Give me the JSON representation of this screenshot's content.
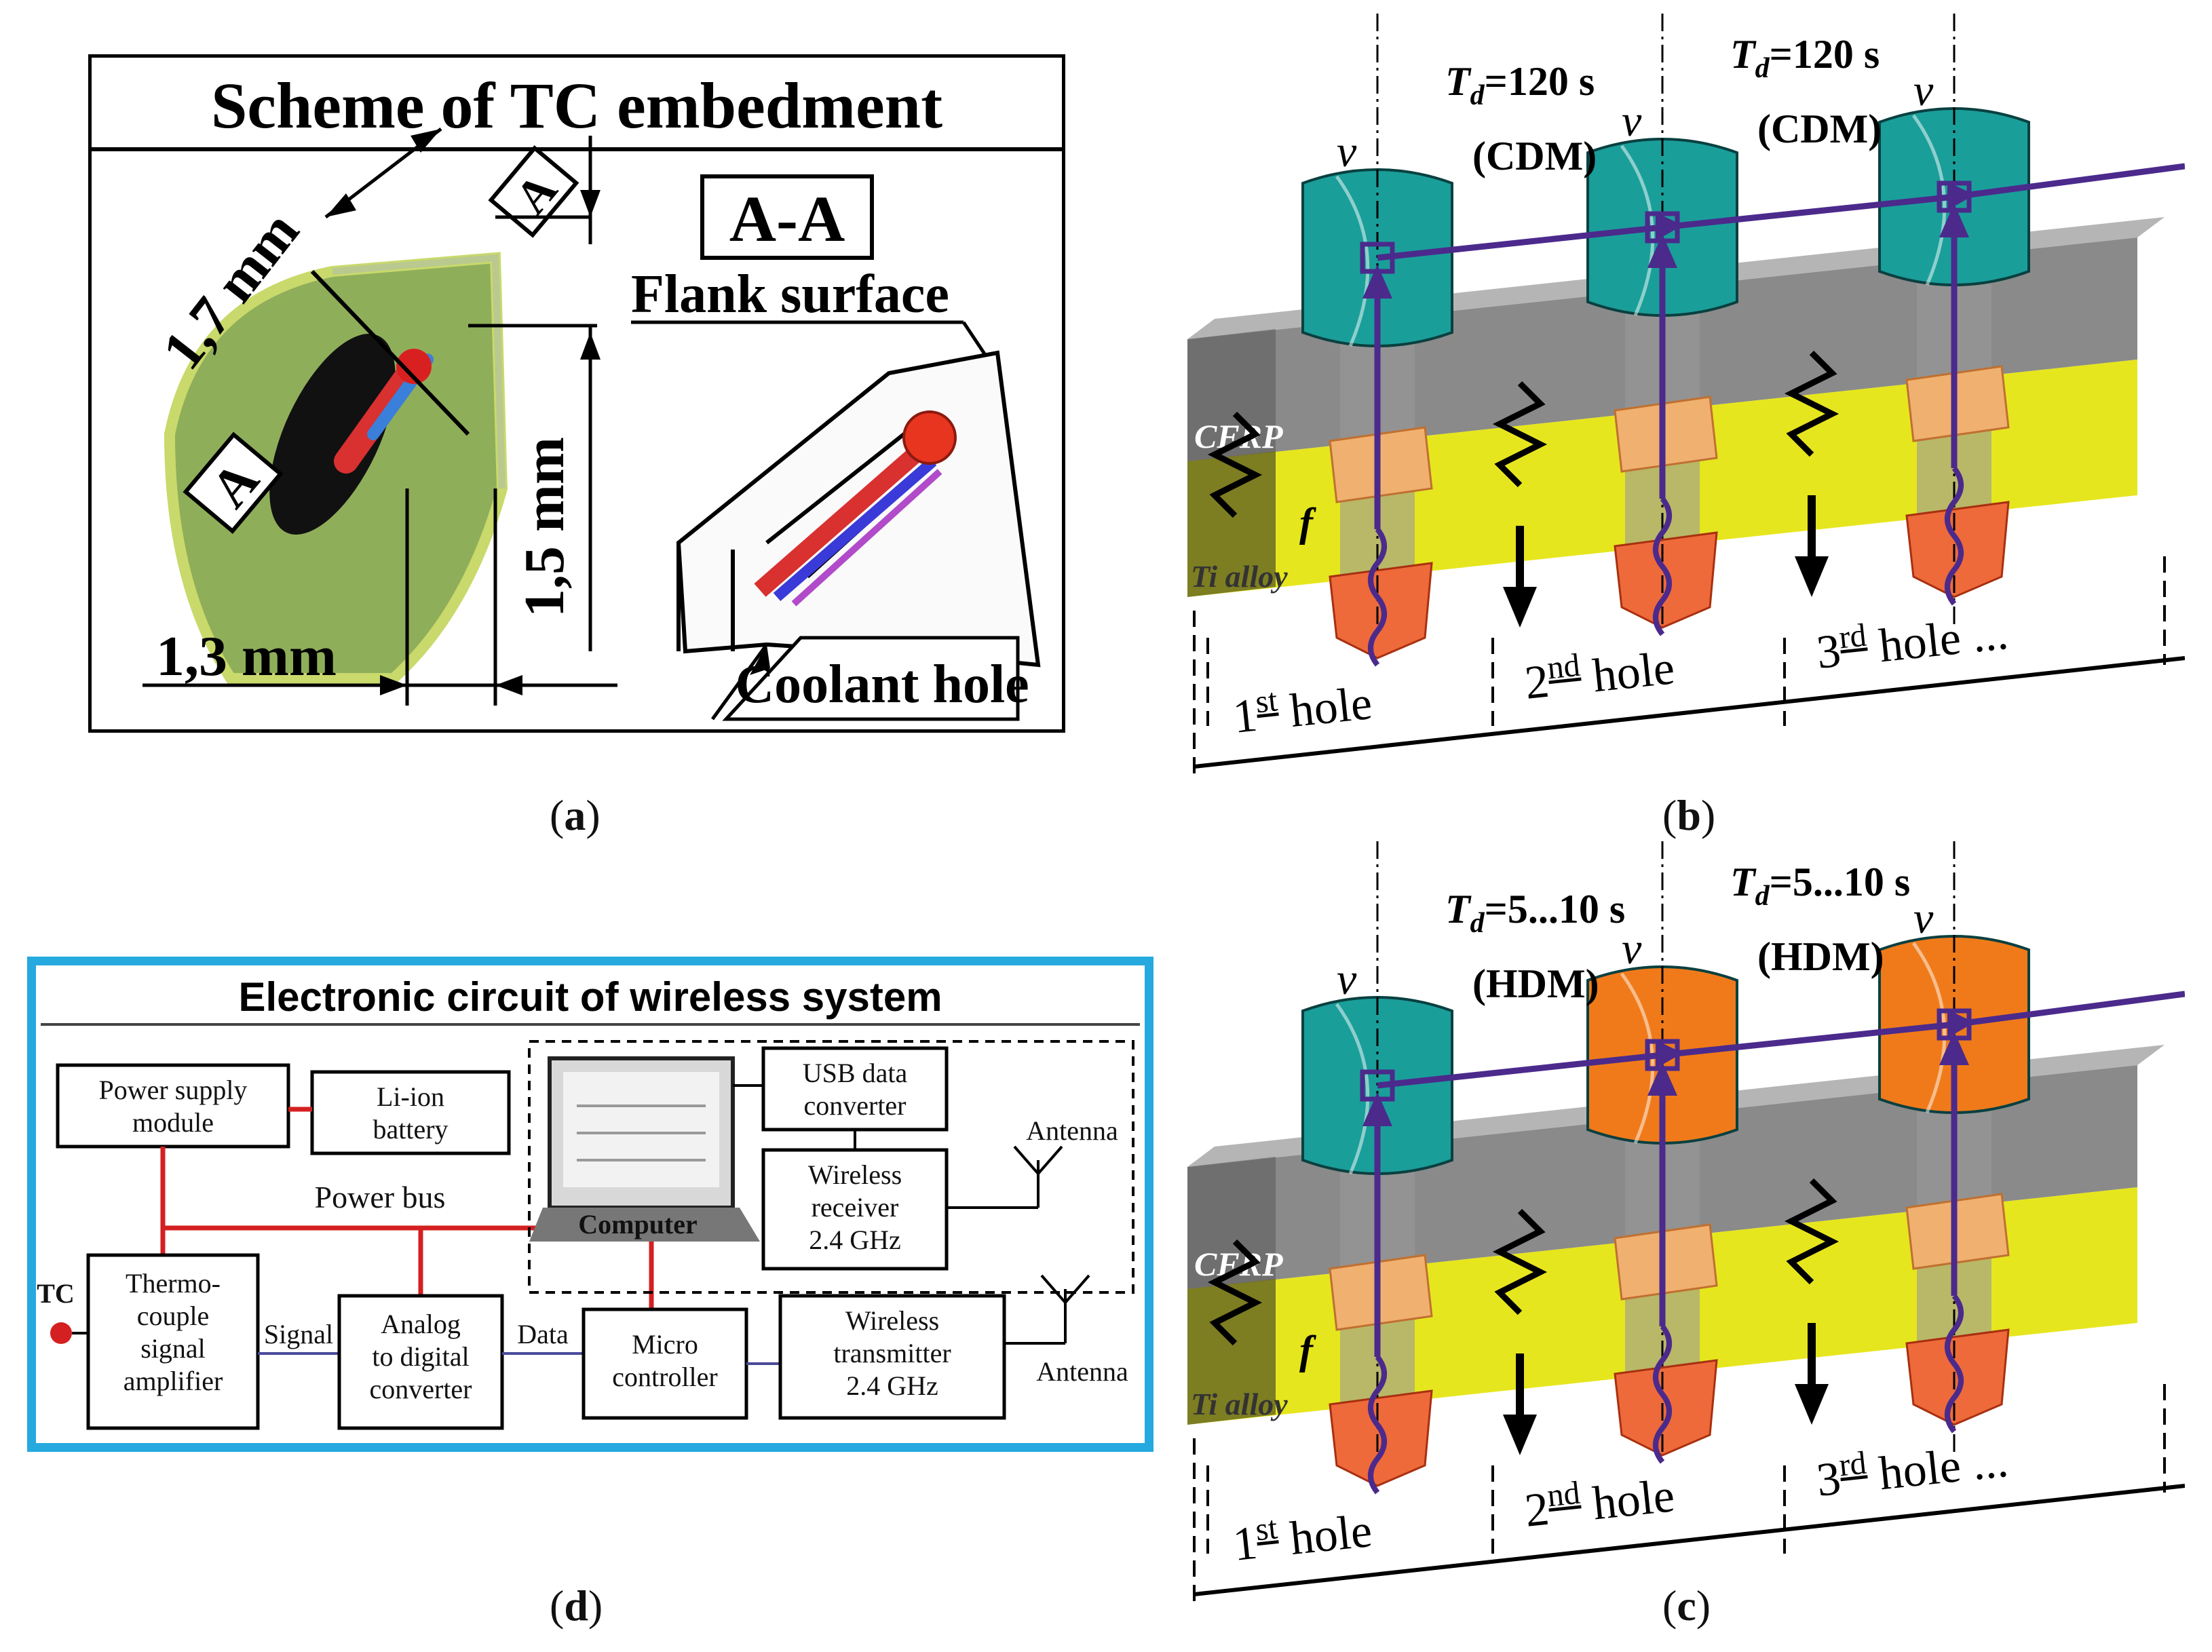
{
  "panel_a": {
    "title": "Scheme of  TC embedment",
    "section_label": "A-A",
    "flank_surface": "Flank surface",
    "coolant_hole": "Coolant hole",
    "dim_1_7": "1,7 mm",
    "dim_1_5": "1,5 mm",
    "dim_1_3": "1,3 mm",
    "section_mark_left": "A",
    "section_mark_top": "A",
    "caption_letter": "a"
  },
  "panel_b": {
    "td_label_1": "=120 s",
    "td_label_2": "=120 s",
    "td_symbol": "T",
    "td_subscript": "d",
    "mode_1": "(CDM)",
    "mode_2": "(CDM)",
    "speed_symbol": "v",
    "feed_symbol": "f",
    "material_top": "CFRP",
    "material_bottom": "Ti alloy",
    "hole_1_num": "1",
    "hole_1_sup": "st",
    "hole_2_num": "2",
    "hole_2_sup": "nd",
    "hole_3_num": "3",
    "hole_3_sup": "rd",
    "hole_word": "hole",
    "hole_3_suffix": "hole ...",
    "caption_letter": "b"
  },
  "panel_c": {
    "td_label_1": "=5...10 s",
    "td_label_2": "=5...10 s",
    "mode_1": "(HDM)",
    "mode_2": "(HDM)",
    "caption_letter": "c"
  },
  "panel_d": {
    "title": "Electronic circuit of wireless system",
    "power_supply": [
      "Power supply",
      "module"
    ],
    "battery": [
      "Li-ion",
      "battery"
    ],
    "power_bus": "Power bus",
    "computer": "Computer",
    "usb_converter": [
      "USB data",
      "converter"
    ],
    "wireless_receiver": [
      "Wireless",
      "receiver",
      "2.4 GHz"
    ],
    "antenna_top": "Antenna",
    "tc": "TC",
    "amplifier": [
      "Thermo-",
      "couple",
      "signal",
      "amplifier"
    ],
    "signal": "Signal",
    "adc": [
      "Analog",
      "to digital",
      "converter"
    ],
    "data": "Data",
    "micro": [
      "Micro",
      "controller"
    ],
    "transmitter": [
      "Wireless",
      "transmitter",
      "2.4 GHz"
    ],
    "antenna_bottom": "Antenna",
    "caption_letter": "d"
  },
  "colors": {
    "teal_drill": "#1a9e9a",
    "orange_drill": "#f07a1a",
    "purple_path": "#4b2a8c",
    "cfrp_gray": "#8a8a8a",
    "ti_yellow": "#e6e61e",
    "circuit_red": "#d42020",
    "circuit_frame": "#25a9df"
  }
}
